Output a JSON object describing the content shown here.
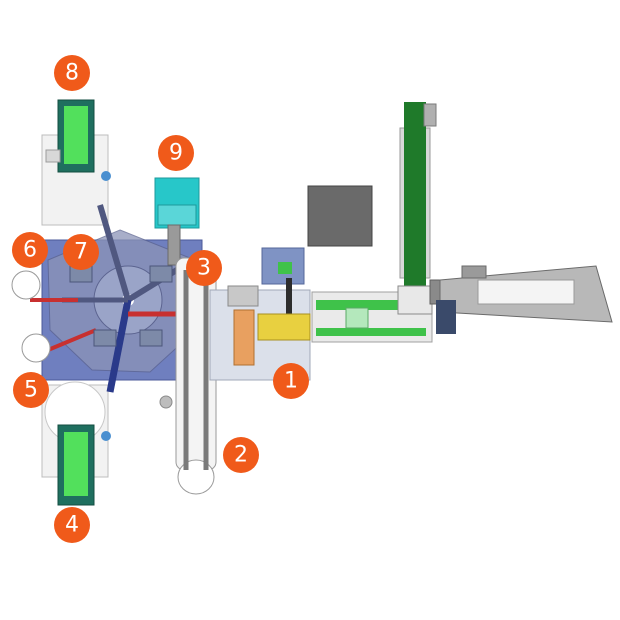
{
  "markers": [
    {
      "id": "1",
      "label": "1"
    },
    {
      "id": "2",
      "label": "2"
    },
    {
      "id": "3",
      "label": "3"
    },
    {
      "id": "4",
      "label": "4"
    },
    {
      "id": "5",
      "label": "5"
    },
    {
      "id": "6",
      "label": "6"
    },
    {
      "id": "7",
      "label": "7"
    },
    {
      "id": "8",
      "label": "8"
    },
    {
      "id": "9",
      "label": "9"
    }
  ],
  "colors": {
    "marker": "#f05a1a",
    "table": "#6f7fbf",
    "green": "#3fc24a",
    "teal": "#1f6f5f",
    "cyan": "#27c7c9",
    "darkgreen": "#1f7a2a",
    "gray": "#8a8a8a",
    "darkgray": "#5e5e5e",
    "red": "#c83030",
    "navy": "#2a3a8a"
  }
}
